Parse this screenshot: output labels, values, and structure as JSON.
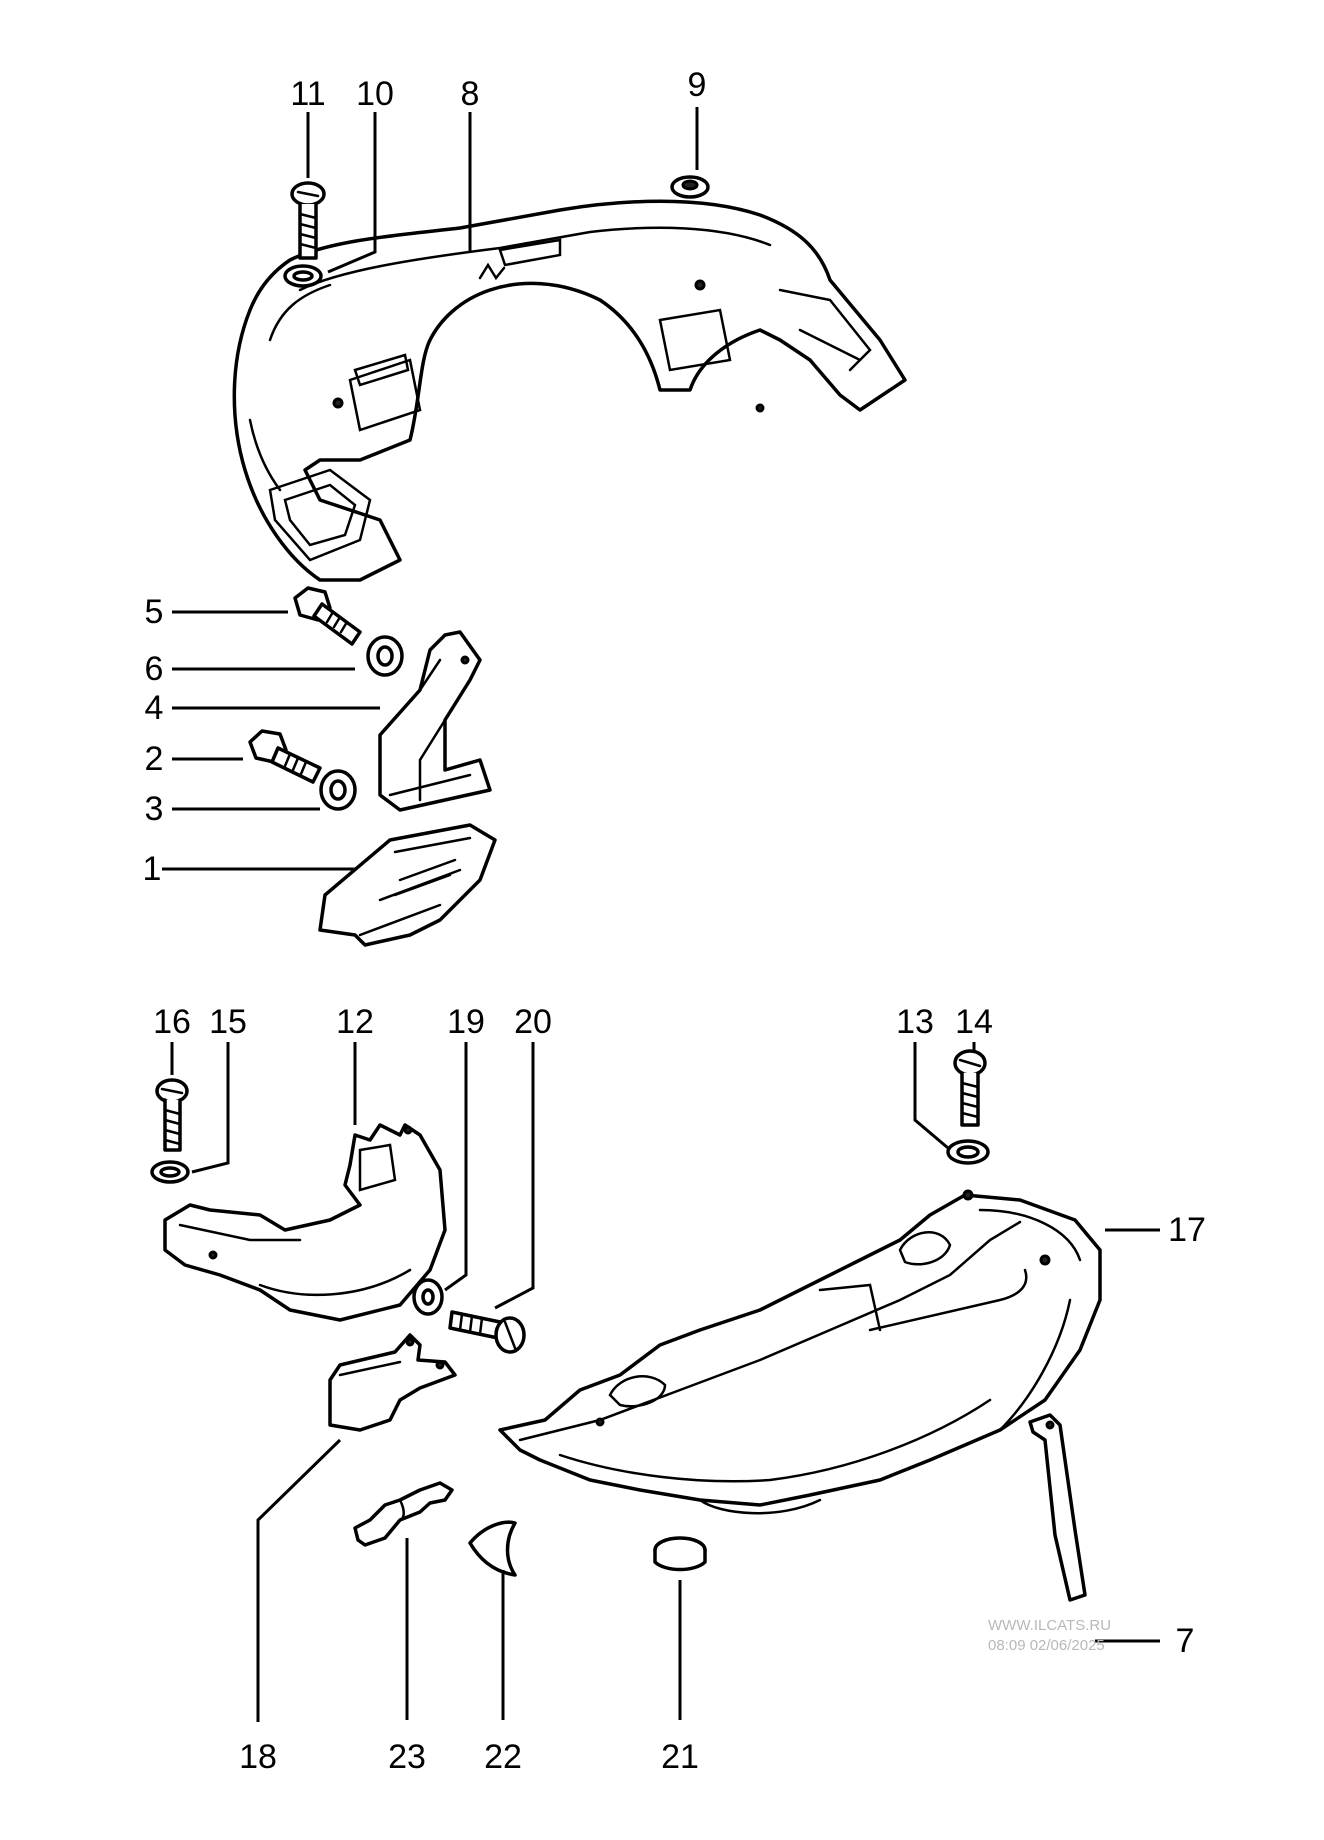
{
  "watermark": {
    "site": "WWW.ILCATS.RU",
    "code": "08:09 02/06/2025"
  },
  "callouts": [
    {
      "id": "1",
      "label": "1"
    },
    {
      "id": "2",
      "label": "2"
    },
    {
      "id": "3",
      "label": "3"
    },
    {
      "id": "4",
      "label": "4"
    },
    {
      "id": "5",
      "label": "5"
    },
    {
      "id": "6",
      "label": "6"
    },
    {
      "id": "7",
      "label": "7"
    },
    {
      "id": "8",
      "label": "8"
    },
    {
      "id": "9",
      "label": "9"
    },
    {
      "id": "10",
      "label": "10"
    },
    {
      "id": "11",
      "label": "11"
    },
    {
      "id": "12",
      "label": "12"
    },
    {
      "id": "13",
      "label": "13"
    },
    {
      "id": "14",
      "label": "14"
    },
    {
      "id": "15",
      "label": "15"
    },
    {
      "id": "16",
      "label": "16"
    },
    {
      "id": "17",
      "label": "17"
    },
    {
      "id": "18",
      "label": "18"
    },
    {
      "id": "19",
      "label": "19"
    },
    {
      "id": "20",
      "label": "20"
    },
    {
      "id": "21",
      "label": "21"
    },
    {
      "id": "22",
      "label": "22"
    },
    {
      "id": "23",
      "label": "23"
    }
  ]
}
